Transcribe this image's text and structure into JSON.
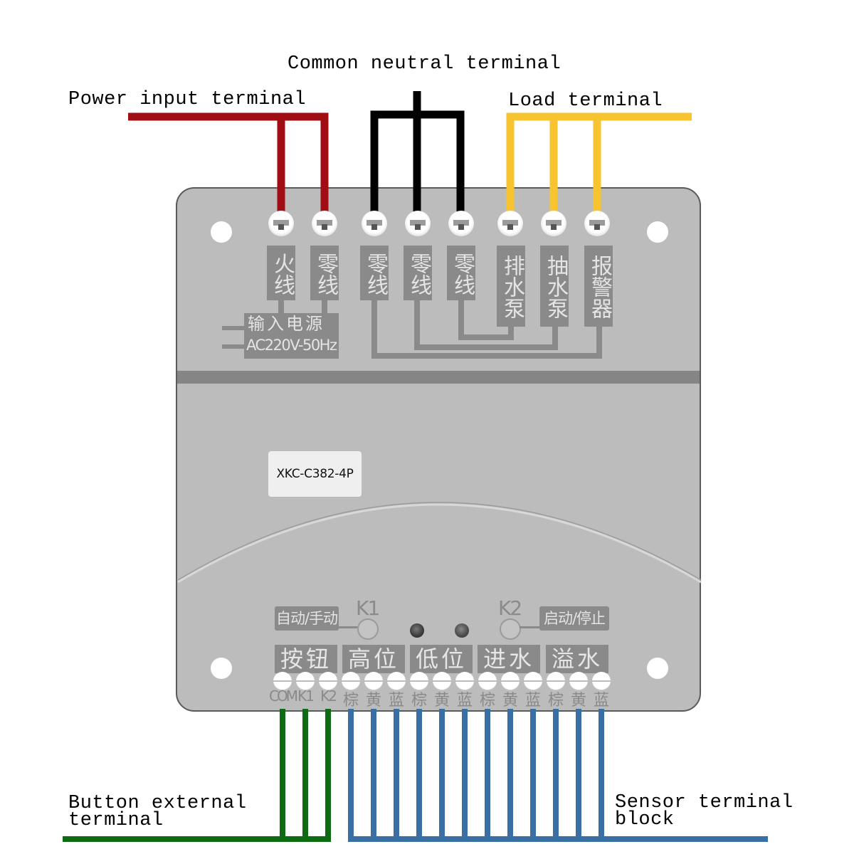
{
  "captions": {
    "common_neutral": "Common neutral terminal",
    "power_input": "Power input terminal",
    "load": "Load terminal",
    "button_external": "Button external\nterminal",
    "sensor_block": "Sensor terminal\nblock"
  },
  "colors": {
    "power_wire": "#a00e14",
    "neutral_wire": "#000000",
    "load_wire": "#f7c32e",
    "button_wire": "#0e6b12",
    "sensor_wire": "#3a6fa4",
    "board": "#bcbcbc",
    "label_bg": "#8a8a8a"
  },
  "top_terminals": [
    {
      "label": "火线",
      "group": "power"
    },
    {
      "label": "零线",
      "group": "power"
    },
    {
      "label": "零线",
      "group": "neutral"
    },
    {
      "label": "零线",
      "group": "neutral"
    },
    {
      "label": "零线",
      "group": "neutral"
    },
    {
      "label": "排水泵",
      "group": "load"
    },
    {
      "label": "抽水泵",
      "group": "load"
    },
    {
      "label": "报警器",
      "group": "load"
    }
  ],
  "power_box": {
    "line1": "输入电源",
    "line2": "AC220V-50Hz"
  },
  "model_label": "XKC-C382-4P",
  "buttons": {
    "k1": {
      "name": "K1",
      "function": "自动/手动"
    },
    "k2": {
      "name": "K2",
      "function": "启动/停止"
    }
  },
  "bottom_groups": [
    {
      "label": "按钮",
      "pins": [
        "COM",
        "K1",
        "K2"
      ],
      "wire": "button"
    },
    {
      "label": "高位",
      "pins": [
        "棕",
        "黄",
        "蓝"
      ],
      "wire": "sensor"
    },
    {
      "label": "低位",
      "pins": [
        "棕",
        "黄",
        "蓝"
      ],
      "wire": "sensor"
    },
    {
      "label": "进水",
      "pins": [
        "棕",
        "黄",
        "蓝"
      ],
      "wire": "sensor"
    },
    {
      "label": "溢水",
      "pins": [
        "棕",
        "黄",
        "蓝"
      ],
      "wire": "sensor"
    }
  ]
}
